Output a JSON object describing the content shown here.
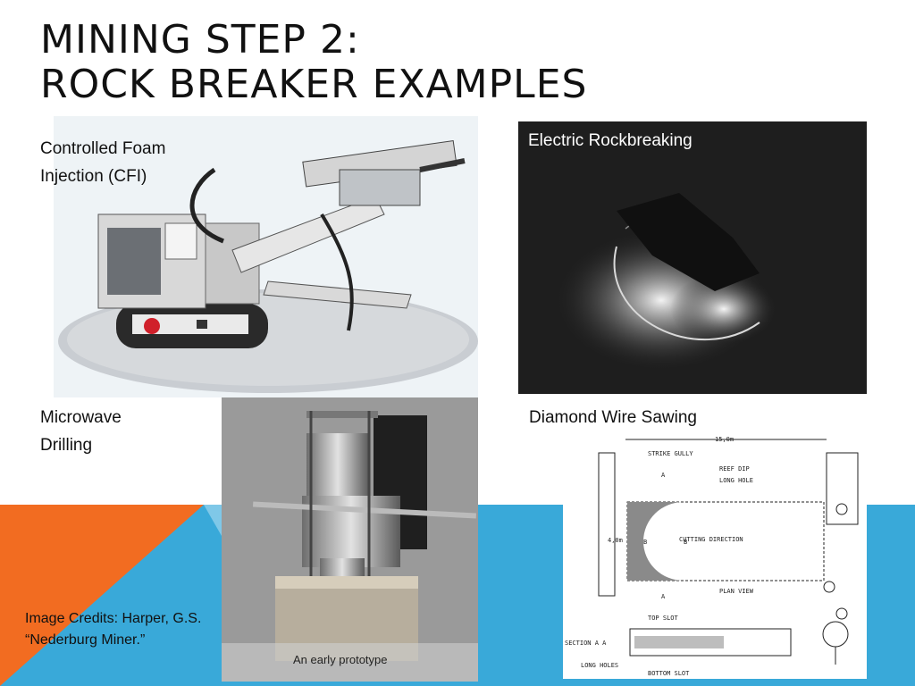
{
  "slide": {
    "title_line1": "MINING STEP 2:",
    "title_line2": "ROCK BREAKER EXAMPLES",
    "credits": "Image Credits: Harper, G.S. “Nederburg Miner.”"
  },
  "panels": {
    "cfi": {
      "caption": "Controlled Foam Injection (CFI)"
    },
    "electric": {
      "caption": "Electric Rockbreaking"
    },
    "microwave": {
      "caption": "Microwave Drilling",
      "photo_caption": "An early prototype"
    },
    "diamond": {
      "caption": "Diamond Wire Sawing",
      "labels": {
        "width": "15,0m",
        "strike_gully": "STRIKE GULLY",
        "reef_dip": "REEF DIP",
        "long_hole": "LONG HOLE",
        "height": "4,0m",
        "cutting_direction": "CUTTING DIRECTION",
        "plan_view": "PLAN VIEW",
        "top_slot": "TOP SLOT",
        "section": "SECTION A A",
        "long_holes": "LONG HOLES",
        "bottom_slot": "BOTTOM SLOT",
        "a_top": "A",
        "a_bottom": "A",
        "b_left": "B",
        "b_right": "B"
      }
    }
  },
  "colors": {
    "orange": "#f26c21",
    "blue": "#39a9d9",
    "dark": "#1e1e1e"
  }
}
